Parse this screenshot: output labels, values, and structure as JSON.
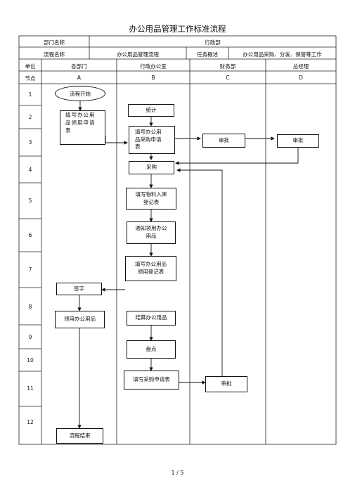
{
  "title": "办公用品管理工作标准流程",
  "header": {
    "dept_label": "部门名称",
    "dept_value": "行政部",
    "process_label": "流程名称",
    "process_value": "办公用品管理流程",
    "task_label": "任务概述",
    "task_value": "办公用品采购、分发、保管等工作"
  },
  "columns": {
    "unit_label": "单位",
    "node_label": "节点",
    "units": [
      "各部门",
      "行政办公室",
      "财务部",
      "总经理"
    ],
    "letters": [
      "A",
      "B",
      "C",
      "D"
    ]
  },
  "rows": [
    "1",
    "2",
    "3",
    "4",
    "5",
    "6",
    "7",
    "8",
    "9",
    "10",
    "11",
    "12"
  ],
  "steps": {
    "start": "流程开始",
    "apply_1": "填写办公用",
    "apply_2": "品领用申请",
    "apply_3": "表",
    "stats": "统计",
    "purchase_req_1": "填写办公用",
    "purchase_req_2": "品采购申请",
    "purchase_req_3": "表",
    "finance_approve": "审批",
    "gm_approve": "审批",
    "purchase": "采购",
    "stock_in_1": "填写物料入库",
    "stock_in_2": "登记表",
    "notify_1": "通知领用办公",
    "notify_2": "用品",
    "register_1": "填写办公用品",
    "register_2": "领用登记表",
    "sign": "签字",
    "receive": "领用办公用品",
    "settle": "结算办公用品",
    "inventory": "盘点",
    "purchase_req2": "填写采购申请表",
    "finance_approve2": "审批",
    "end": "流程结束"
  },
  "footer": {
    "page": "1 / 5"
  }
}
